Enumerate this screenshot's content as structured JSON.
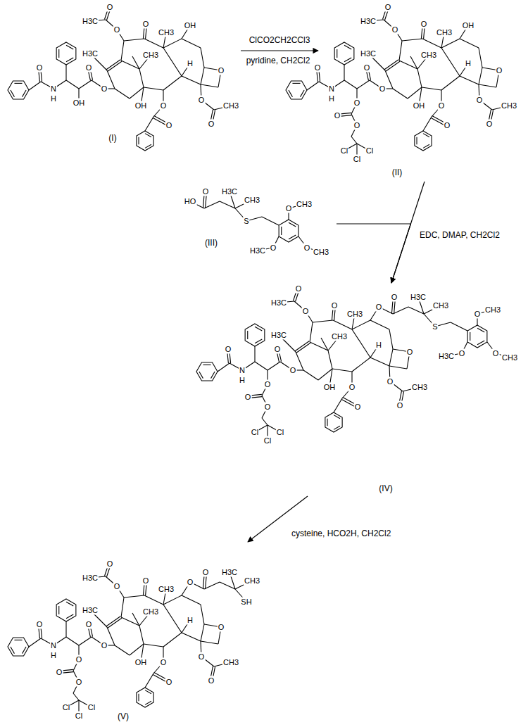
{
  "diagram": {
    "nodes": [
      {
        "text": [
          "(I)"
        ]
      },
      {
        "text": [
          "(II)"
        ]
      },
      {
        "text": [
          "(III)"
        ]
      },
      {
        "text": [
          "(IV)"
        ]
      },
      {
        "text": [
          "(V)"
        ]
      }
    ],
    "edges": [
      {
        "from": 0,
        "to": 1,
        "arrow": "to",
        "label": "ClCO2CH2CCl3"
      },
      {
        "from": 1,
        "to": 3,
        "arrow": "to",
        "label": "EDC, DMAP, CH2Cl2"
      },
      {
        "from": 2,
        "to": 3,
        "arrow": "to"
      },
      {
        "from": 3,
        "to": 4,
        "arrow": "to",
        "label": "cysteine, HCO2H, CH2Cl2"
      }
    ],
    "labels": [
      "O",
      "O",
      "OH",
      "N",
      "H",
      "O",
      "H3C",
      "CH3",
      "O",
      "O",
      "H3C",
      "O",
      "CH3",
      "OH",
      "O",
      "O",
      "O",
      "CH3",
      "H",
      "OH",
      "O",
      "O",
      "O",
      "O",
      "O",
      "N",
      "H",
      "O",
      "H3C",
      "CH3",
      "O",
      "O",
      "H3C",
      "O",
      "CH3",
      "OH",
      "O",
      "O",
      "O",
      "CH3",
      "H",
      "OH",
      "O",
      "O",
      "O",
      "O",
      "Cl",
      "Cl",
      "Cl",
      "HO",
      "O",
      "H3C",
      "CH3",
      "S",
      "O",
      "CH3",
      "O",
      "H3C",
      "O",
      "CH3",
      "O",
      "O",
      "O",
      "N",
      "H",
      "O",
      "H3C",
      "CH3",
      "O",
      "O",
      "H3C",
      "O",
      "CH3",
      "O",
      "O",
      "O",
      "O",
      "CH3",
      "H",
      "OH",
      "O",
      "O",
      "O",
      "O",
      "Cl",
      "Cl",
      "Cl",
      "O",
      "H3C",
      "CH3",
      "S",
      "O",
      "CH3",
      "O",
      "H3C",
      "O",
      "CH3",
      "O",
      "O",
      "O",
      "N",
      "H",
      "O",
      "H3C",
      "CH3",
      "O",
      "O",
      "H3C",
      "O",
      "CH3",
      "O",
      "O",
      "O",
      "O",
      "CH3",
      "H",
      "OH",
      "O",
      "O",
      "O",
      "O",
      "Cl",
      "Cl",
      "Cl",
      "O",
      "H3C",
      "CH3",
      "SH",
      "pyridine, CH2Cl2"
    ]
  }
}
